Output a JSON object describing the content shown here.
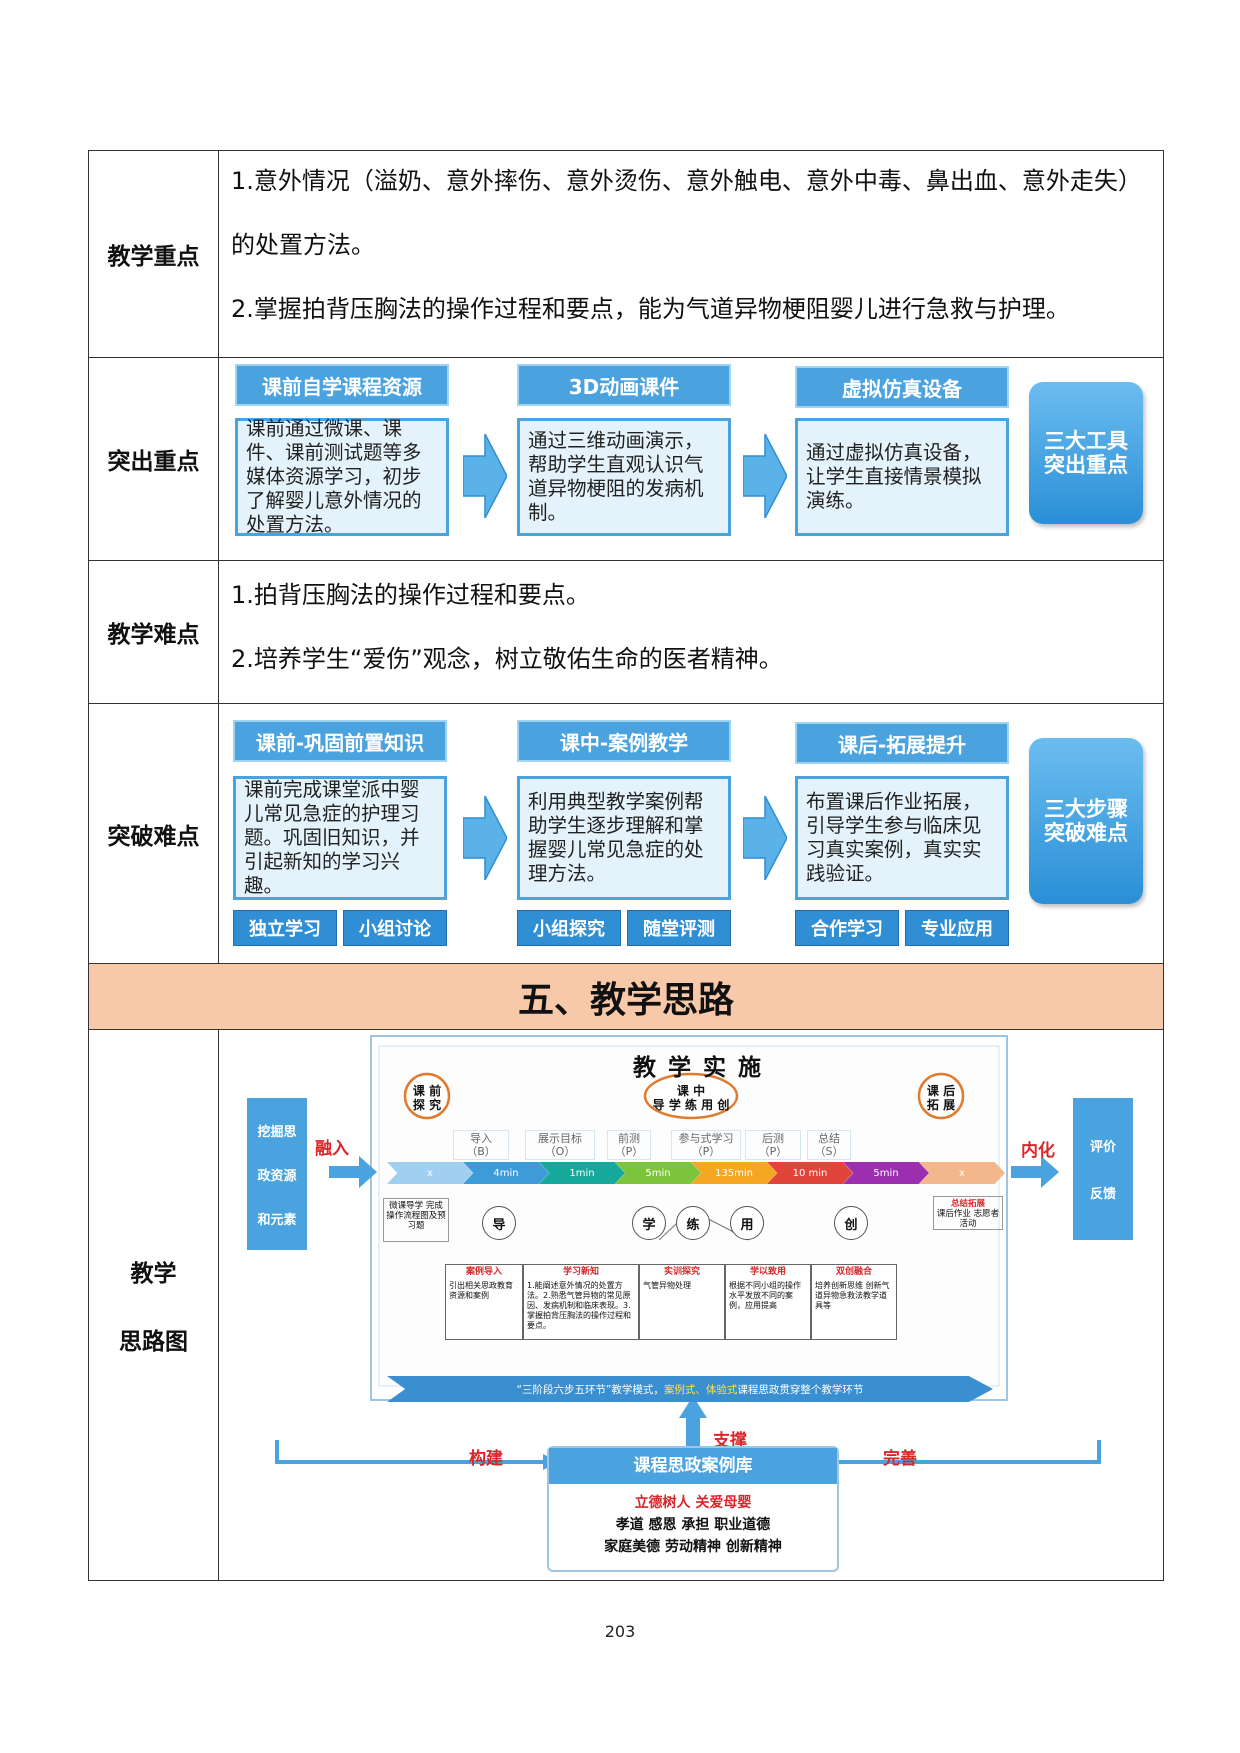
{
  "key_points": {
    "label": "教学重点",
    "line1": "1.意外情况（溢奶、意外摔伤、意外烫伤、意外触电、意外中毒、鼻出血、意外走失）",
    "line2": "的处置方法。",
    "line3": "2.掌握拍背压胸法的操作过程和要点，能为气道异物梗阻婴儿进行急救与护理。"
  },
  "highlight": {
    "label": "突出重点",
    "steps": [
      {
        "title": "课前自学课程资源",
        "body": "课前通过微课、课件、课前测试题等多媒体资源学习，初步了解婴儿意外情况的处置方法。"
      },
      {
        "title": "3D动画课件",
        "body": "通过三维动画演示，帮助学生直观认识气道异物梗阻的发病机制。"
      },
      {
        "title": "虚拟仿真设备",
        "body": "通过虚拟仿真设备，让学生直接情景模拟演练。"
      }
    ],
    "summary_l1": "三大工具",
    "summary_l2": "突出重点"
  },
  "difficulty": {
    "label": "教学难点",
    "line1": "1.拍背压胸法的操作过程和要点。",
    "line2": "2.培养学生“爱伤”观念，树立敬佑生命的医者精神。"
  },
  "breakthrough": {
    "label": "突破难点",
    "steps": [
      {
        "title": "课前-巩固前置知识",
        "body": "课前完成课堂派中婴儿常见急症的护理习题。巩固旧知识，并引起新知的学习兴趣。",
        "tags": [
          "独立学习",
          "小组讨论"
        ]
      },
      {
        "title": "课中-案例教学",
        "body": "利用典型教学案例帮助学生逐步理解和掌握婴儿常见急症的处理方法。",
        "tags": [
          "小组探究",
          "随堂评测"
        ]
      },
      {
        "title": "课后-拓展提升",
        "body": "布置课后作业拓展，引导学生参与临床见习真实案例，真实实践验证。",
        "tags": [
          "合作学习",
          "专业应用"
        ]
      }
    ],
    "summary_l1": "三大步骤",
    "summary_l2": "突破难点"
  },
  "section_title": "五、教学思路",
  "idea": {
    "label_l1": "教学",
    "label_l2": "思路图",
    "diagram": {
      "title": "教 学 实 施",
      "pre_l1": "课 前",
      "pre_l2": "探 究",
      "mid_l1": "课 中",
      "mid_l2": "导 学 练 用 创",
      "post_l1": "课 后",
      "post_l2": "拓 展",
      "left_box": [
        "挖掘思",
        "政资源",
        "和元素"
      ],
      "right_box": [
        "评价",
        "反馈"
      ],
      "rongru": "融入",
      "neihua": "内化",
      "stages": [
        {
          "name": "导入",
          "code": "（B）"
        },
        {
          "name": "展示目标",
          "code": "（O）"
        },
        {
          "name": "前测",
          "code": "（P）"
        },
        {
          "name": "参与式学习",
          "code": "（P）"
        },
        {
          "name": "后测",
          "code": "（P）"
        },
        {
          "name": "总结",
          "code": "（S）"
        }
      ],
      "times": [
        "x",
        "4min",
        "1min",
        "5min",
        "135min",
        "10 min",
        "5min",
        "x"
      ],
      "time_colors": [
        "#9fd0f0",
        "#3d9bd8",
        "#16a89a",
        "#7cc43b",
        "#f5a623",
        "#e0453a",
        "#9b2fb0",
        "#f4b78b"
      ],
      "left_note": "微课导学 完成操作流程图及预习题",
      "right_note_title": "总结拓展",
      "right_note": "课后作业 志愿者活动",
      "circles": [
        "导",
        "学",
        "练",
        "用",
        "创"
      ],
      "boxes": [
        {
          "title": "案例导入",
          "body": "引出相关思政教育资源和案例"
        },
        {
          "title": "学习新知",
          "body": "1.能阐述意外情况的处置方法。2.熟悉气管异物的常见原因、发病机制和临床表现。3.掌握拍背压胸法的操作过程和要点。"
        },
        {
          "title": "实训探究",
          "body": "气管异物处理"
        },
        {
          "title": "学以致用",
          "body": "根据不同小组的操作水平发放不同的案例，应用提高"
        },
        {
          "title": "双创融合",
          "body": "培养创新思维 创新气道异物急救法教学道具等"
        }
      ],
      "banner_a": "“三阶段六步五环节”教学模式，",
      "banner_b": "案例式、体验式",
      "banner_c": "课程思政贯穿整个教学环节",
      "zhicheng": "支撑",
      "goujian": "构建",
      "wanshan": "完善",
      "lib_title": "课程思政案例库",
      "lib_l1": "立德树人 关爱母婴",
      "lib_l2": "孝道 感恩 承担 职业道德",
      "lib_l3": "家庭美德 劳动精神 创新精神"
    }
  },
  "page_number": "203"
}
